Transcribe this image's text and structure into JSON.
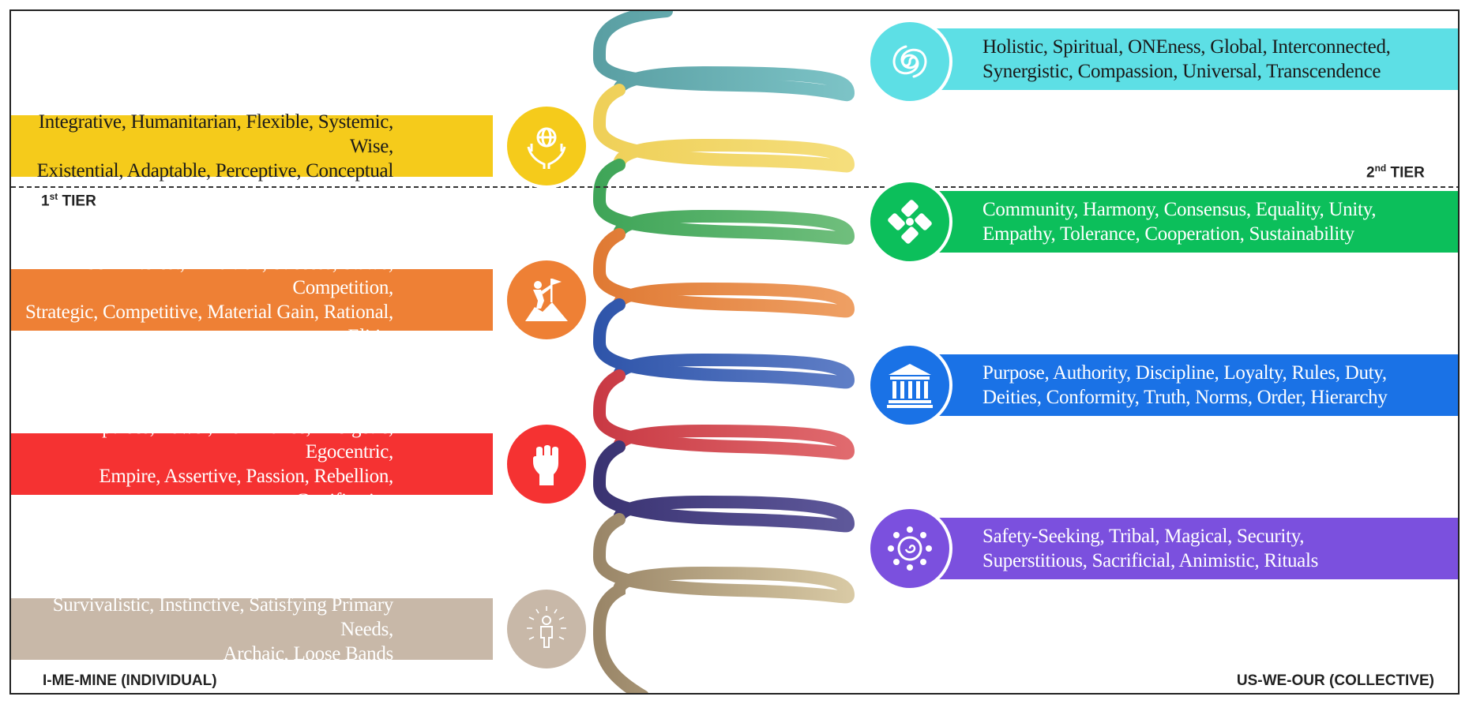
{
  "tier_labels": {
    "first_num": "1",
    "first_sup": "st",
    "first_word": "TIER",
    "second_num": "2",
    "second_sup": "nd",
    "second_word": "TIER"
  },
  "corner_labels": {
    "left": "I-ME-MINE (INDIVIDUAL)",
    "right": "US-WE-OUR (COLLECTIVE)"
  },
  "left_bars": [
    {
      "line1": "Integrative, Humanitarian, Flexible, Systemic, Wise,",
      "line2": "Existential, Adaptable, Perceptive, Conceptual",
      "color": "#F5CB1B",
      "text_color": "#1a1a1a",
      "icon": "globe-in-hands-icon"
    },
    {
      "line1": "Self-Interest, Ambition, Success, Status, Competition,",
      "line2": "Strategic, Competitive, Material Gain, Rational, Elitist",
      "color": "#EE8035",
      "text_color": "#ffffff",
      "icon": "summit-flag-icon"
    },
    {
      "line1": "Impulses, Power, Dominance, Energetic, Egocentric,",
      "line2": "Empire, Assertive, Passion, Rebellion, Gratification",
      "color": "#F53232",
      "text_color": "#ffffff",
      "icon": "raised-fist-icon"
    },
    {
      "line1": "Survivalistic, Instinctive, Satisfying Primary Needs,",
      "line2": "Archaic, Loose Bands",
      "color": "#C8B8A8",
      "text_color": "#ffffff",
      "icon": "radiant-person-icon"
    }
  ],
  "right_bars": [
    {
      "line1": "Holistic, Spiritual, ONEness, Global, Interconnected,",
      "line2": "Synergistic, Compassion, Universal, Transcendence",
      "color": "#5DDFE5",
      "text_color": "#1a1a1a",
      "icon": "swirl-icon"
    },
    {
      "line1": "Community, Harmony, Consensus, Equality, Unity,",
      "line2": "Empathy, Tolerance, Cooperation, Sustainability",
      "color": "#0CBF5B",
      "text_color": "#ffffff",
      "icon": "joined-hands-icon"
    },
    {
      "line1": "Purpose, Authority, Discipline, Loyalty, Rules, Duty,",
      "line2": "Deities, Conformity, Truth, Norms, Order, Hierarchy",
      "color": "#1A72E6",
      "text_color": "#ffffff",
      "icon": "temple-icon"
    },
    {
      "line1": "Safety-Seeking, Tribal, Magical, Security,",
      "line2": "Superstitious, Sacrificial, Animistic, Rituals",
      "color": "#7B50DE",
      "text_color": "#ffffff",
      "icon": "sun-spiral-icon"
    }
  ],
  "spiral_colors": {
    "turquoise": "#5AA7AA",
    "yellow": "#F0D35A",
    "green": "#4CB060",
    "orange": "#E5843E",
    "blue": "#3E5FB5",
    "red": "#D2444B",
    "purple": "#453E82",
    "beige": "#A89478"
  }
}
